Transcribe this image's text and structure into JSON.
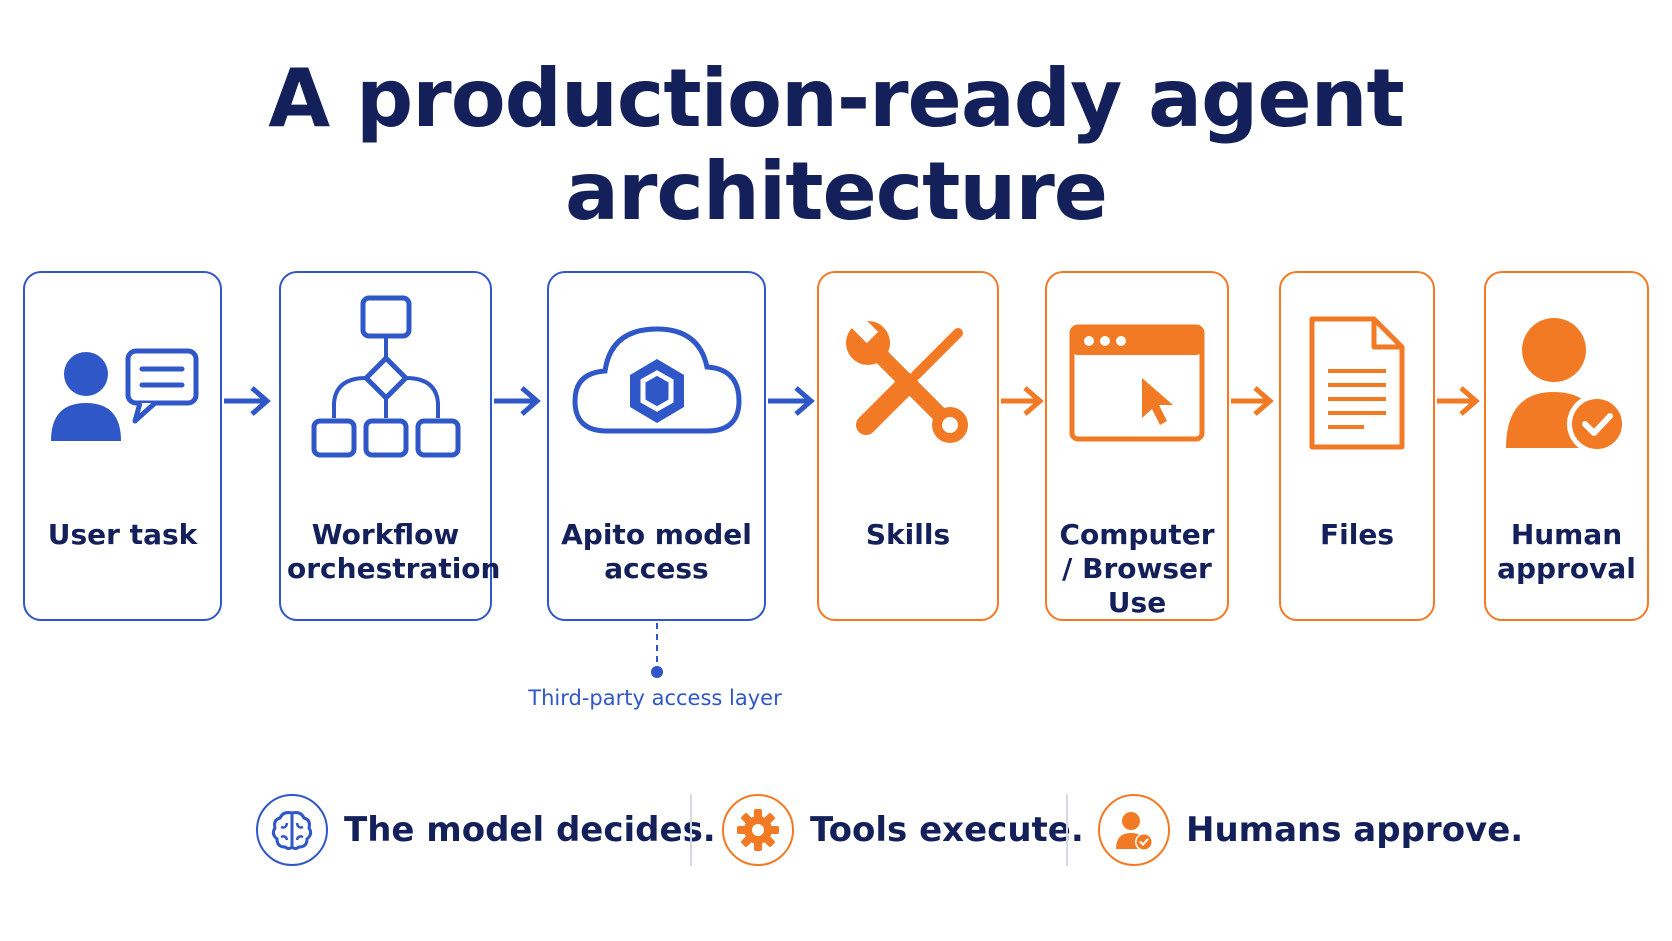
{
  "title": "A production-ready agent architecture",
  "colors": {
    "blue": "#2f57c8",
    "orange": "#f37a24",
    "navy": "#13205a"
  },
  "steps": [
    {
      "label": "User task",
      "icon": "user-chat-icon",
      "color": "blue"
    },
    {
      "label": "Workflow orchestration",
      "icon": "workflow-icon",
      "color": "blue"
    },
    {
      "label": "Apito model access",
      "icon": "cloud-hexagon-icon",
      "color": "blue"
    },
    {
      "label": "Skills",
      "icon": "wrench-screwdriver-icon",
      "color": "orange"
    },
    {
      "label": "Computer / Browser Use",
      "icon": "browser-cursor-icon",
      "color": "orange"
    },
    {
      "label": "Files",
      "icon": "document-icon",
      "color": "orange"
    },
    {
      "label": "Human approval",
      "icon": "user-check-icon",
      "color": "orange"
    }
  ],
  "note": "Third-party access layer",
  "footer": [
    {
      "text": "The model decides.",
      "icon": "brain-icon"
    },
    {
      "text": "Tools execute.",
      "icon": "gear-icon"
    },
    {
      "text": "Humans approve.",
      "icon": "user-check-icon"
    }
  ]
}
